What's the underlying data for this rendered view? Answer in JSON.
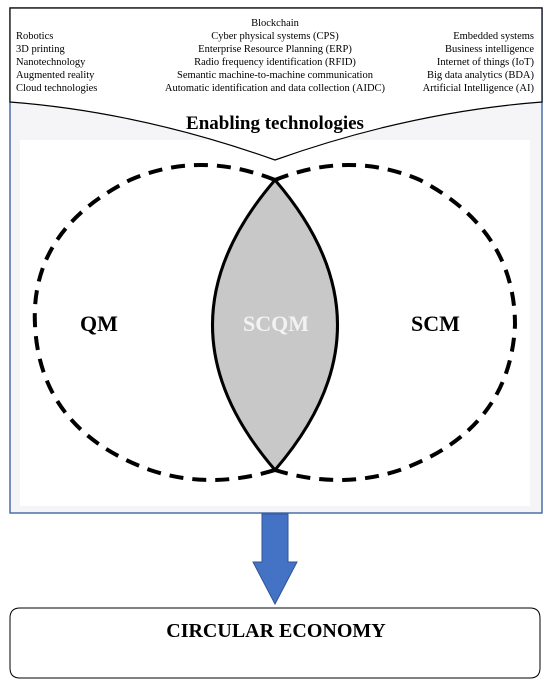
{
  "enabling_technologies": {
    "left": [
      "Robotics",
      "3D printing",
      "Nanotechnology",
      "Augmented reality",
      "Cloud technologies"
    ],
    "center": [
      "Blockchain",
      "Cyber physical systems (CPS)",
      "Enterprise Resource Planning (ERP)",
      "Radio frequency identification (RFID)",
      "Semantic machine-to-machine communication",
      "Automatic identification and data collection (AIDC)"
    ],
    "right": [
      "Embedded systems",
      "Business intelligence",
      "Internet of things (IoT)",
      "Big data analytics (BDA)",
      "Artificial Intelligence (AI)"
    ],
    "heading": "Enabling technologies"
  },
  "venn": {
    "left_label": "QM",
    "intersection_label": "SCQM",
    "right_label": "SCM"
  },
  "footer": {
    "label": "CIRCULAR ECONOMY"
  },
  "colors": {
    "frame_border": "#4a6fa5",
    "arrow_fill": "#4472c4",
    "intersection_fill": "#c8c8c8",
    "top_panel_fill": "#ffffff",
    "background_panel": "#f5f5f7"
  }
}
